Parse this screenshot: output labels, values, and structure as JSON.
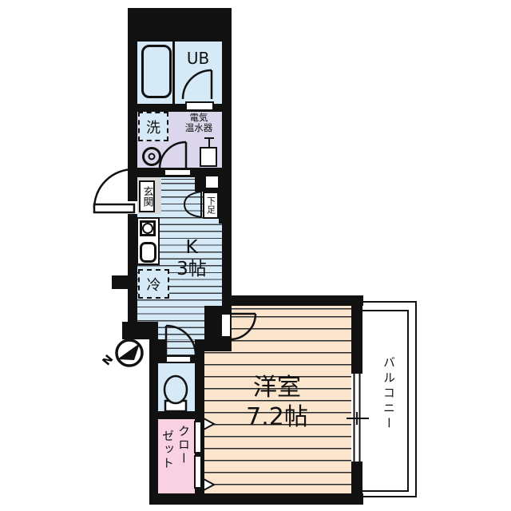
{
  "title": "1K apartment floor plan",
  "rooms": {
    "unit_bath": {
      "label": "UB"
    },
    "washer": {
      "label": "洗"
    },
    "water_heater": {
      "line1": "電気",
      "line2": "温水器"
    },
    "entrance": {
      "label": "玄関"
    },
    "shoe_box": {
      "label": "下足"
    },
    "kitchen": {
      "line1": "K",
      "line2": "3帖"
    },
    "fridge": {
      "label": "冷"
    },
    "western_room": {
      "line1": "洋室",
      "line2": "7.2帖"
    },
    "closet": {
      "col_right": "クロー",
      "col_left": "ゼット"
    },
    "balcony": {
      "label": "バルコニー"
    },
    "compass": {
      "label": "N"
    }
  },
  "colors": {
    "wall": "#111111",
    "water_blue": "#d5e9f6",
    "lavender": "#dbd6eb",
    "floor_peach": "#fce5cd",
    "closet_pink": "#f8d2e2",
    "entrance_gray": "#d8d8d8"
  }
}
